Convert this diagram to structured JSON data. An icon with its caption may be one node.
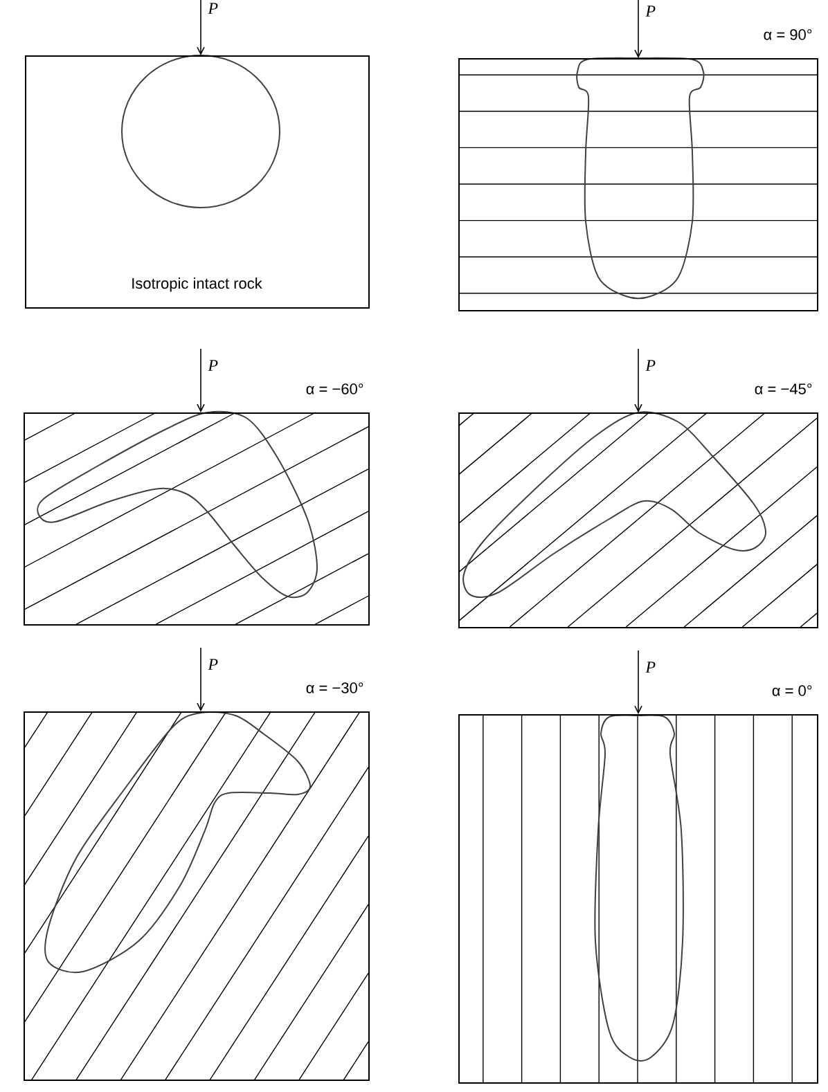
{
  "diagram": {
    "nodes": [
      {
        "text": [
          "Isotropic intact rock"
        ],
        "beside": [
          "P"
        ]
      },
      {
        "text": [],
        "shape": "box",
        "beside": [
          "P",
          "α = 90°"
        ]
      },
      {
        "text": [],
        "shape": "box",
        "beside": [
          "P",
          "α = −60°"
        ]
      },
      {
        "text": [],
        "shape": "box",
        "beside": [
          "P",
          "α = −45°"
        ]
      },
      {
        "text": [],
        "shape": "box",
        "beside": [
          "P",
          "α = −30°"
        ]
      },
      {
        "text": [],
        "shape": "box",
        "beside": [
          "P",
          "α = 0°"
        ]
      }
    ]
  }
}
